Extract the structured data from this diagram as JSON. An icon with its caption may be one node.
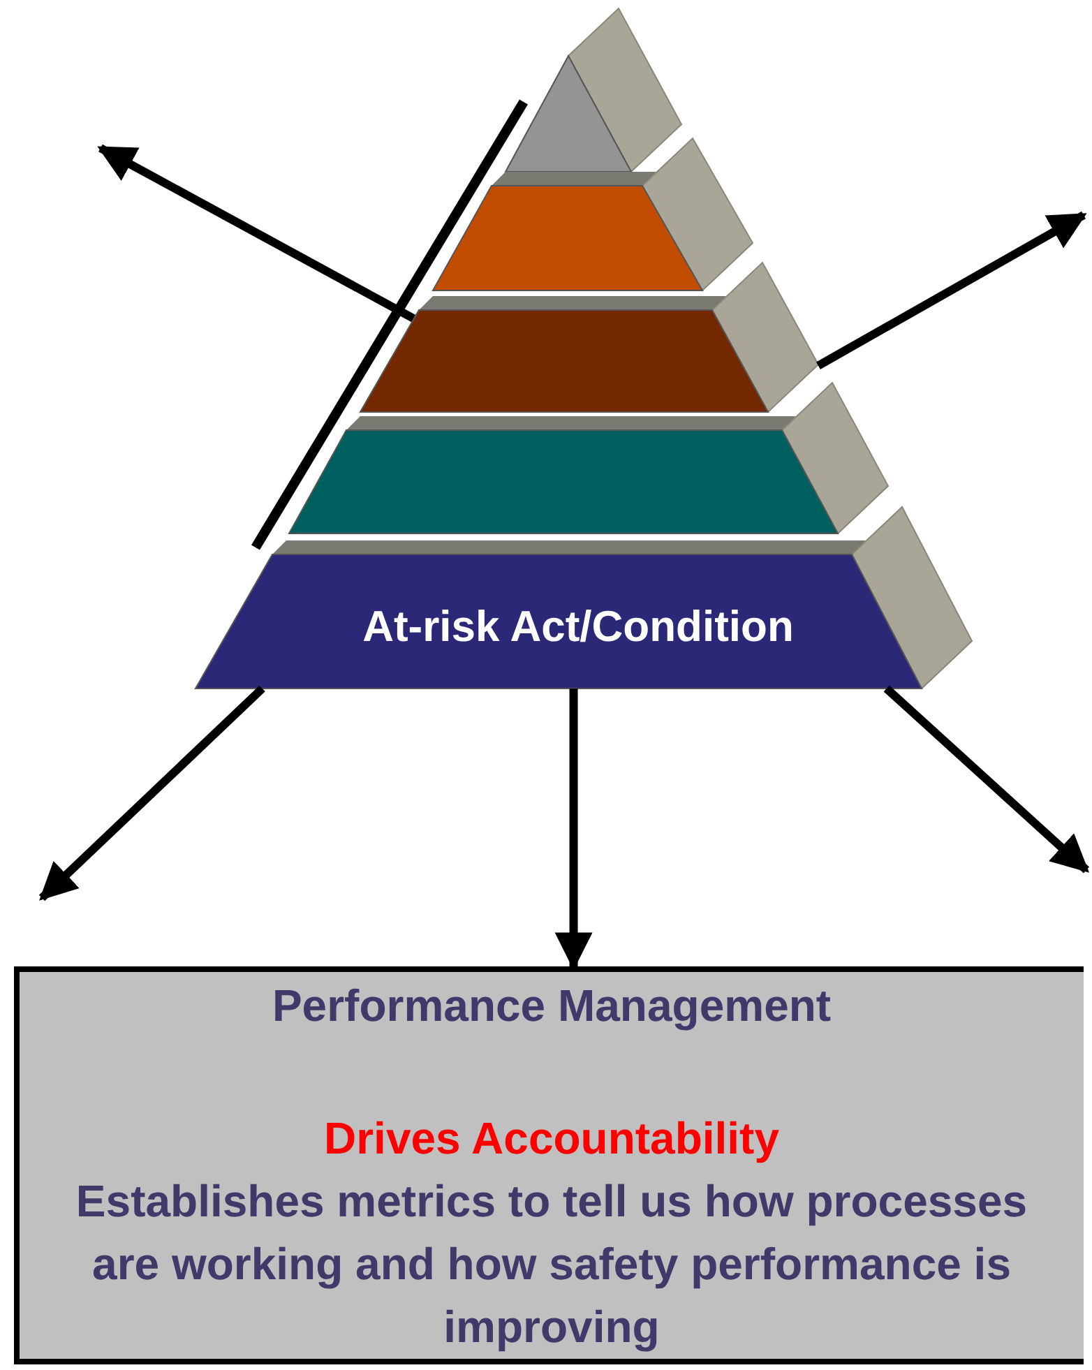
{
  "diagram": {
    "nodes": [
      {
        "text": [],
        "shape": "triangle"
      },
      {
        "text": [],
        "shape": "trapezoid"
      },
      {
        "text": [],
        "shape": "trapezoid"
      },
      {
        "text": [],
        "shape": "trapezoid"
      },
      {
        "text": [
          "At-risk Act/Condition"
        ]
      },
      {
        "text": [
          "Performance Management",
          "Drives Accountability",
          "Establishes metrics to tell us how processes are working and how safety performance is improving"
        ]
      }
    ],
    "edges": [
      {
        "from": 2,
        "to": null,
        "arrow": "to"
      },
      {
        "from": 2,
        "to": null,
        "arrow": "to"
      },
      {
        "from": 4,
        "to": null,
        "arrow": "to"
      },
      {
        "from": 4,
        "to": 5,
        "arrow": "to"
      },
      {
        "from": 4,
        "to": null,
        "arrow": "to"
      }
    ]
  }
}
